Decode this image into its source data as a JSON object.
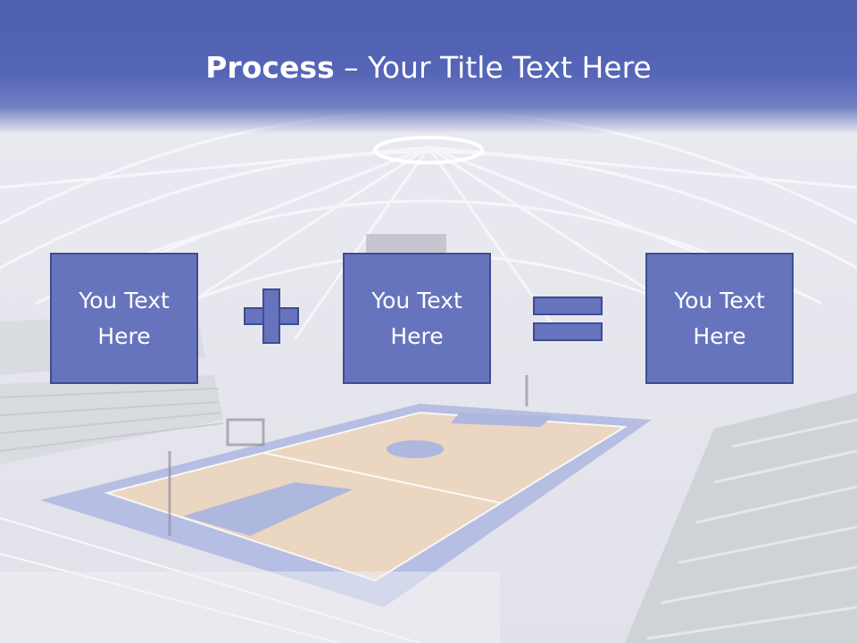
{
  "slide": {
    "title_bold": "Process",
    "title_rest": " – Your Title Text Here"
  },
  "boxes": [
    {
      "text": "You Text Here"
    },
    {
      "text": "You Text Here"
    },
    {
      "text": "You Text Here"
    }
  ],
  "operators": [
    "plus-icon",
    "equals-icon"
  ],
  "colors": {
    "header": "#4e5fae",
    "box_fill": "#6674bd",
    "box_border": "#3f4c92",
    "text": "#ffffff"
  }
}
